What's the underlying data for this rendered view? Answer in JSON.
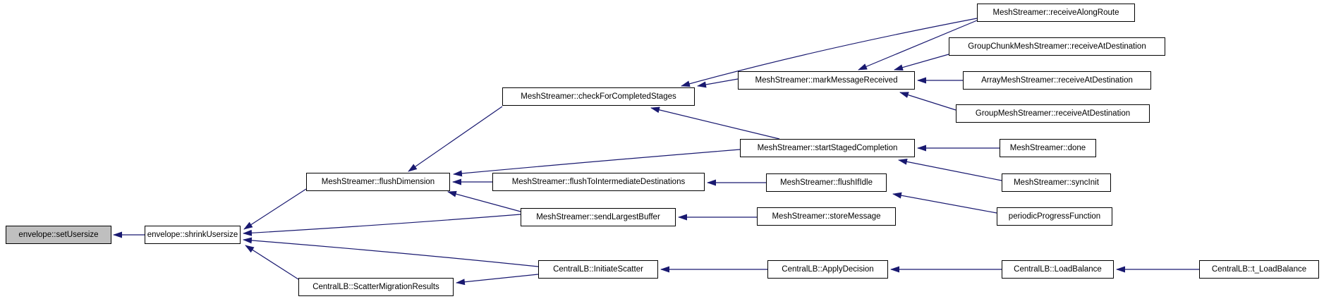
{
  "graph": {
    "title": "Caller graph for envelope::setUsersize",
    "colors": {
      "edge": "#191970",
      "node_fill": "#ffffff",
      "node_border": "#000000",
      "highlight_fill": "#bfbfbf",
      "text": "#000000"
    },
    "nodes": [
      {
        "id": "setUsersize",
        "label": "envelope::setUsersize",
        "highlighted": true
      },
      {
        "id": "shrinkUsersize",
        "label": "envelope::shrinkUsersize",
        "highlighted": false
      },
      {
        "id": "flushDimension",
        "label": "MeshStreamer::flushDimension",
        "highlighted": false
      },
      {
        "id": "checkForCompletedStages",
        "label": "MeshStreamer::checkForCompletedStages",
        "highlighted": false
      },
      {
        "id": "markMessageReceived",
        "label": "MeshStreamer::markMessageReceived",
        "highlighted": false
      },
      {
        "id": "receiveAlongRoute",
        "label": "MeshStreamer::receiveAlongRoute",
        "highlighted": false
      },
      {
        "id": "groupChunkReceiveAtDest",
        "label": "GroupChunkMeshStreamer::receiveAtDestination",
        "highlighted": false
      },
      {
        "id": "arrayReceiveAtDest",
        "label": "ArrayMeshStreamer::receiveAtDestination",
        "highlighted": false
      },
      {
        "id": "groupReceiveAtDest",
        "label": "GroupMeshStreamer::receiveAtDestination",
        "highlighted": false
      },
      {
        "id": "startStagedCompletion",
        "label": "MeshStreamer::startStagedCompletion",
        "highlighted": false
      },
      {
        "id": "done",
        "label": "MeshStreamer::done",
        "highlighted": false
      },
      {
        "id": "syncInit",
        "label": "MeshStreamer::syncInit",
        "highlighted": false
      },
      {
        "id": "flushToIntermediateDest",
        "label": "MeshStreamer::flushToIntermediateDestinations",
        "highlighted": false
      },
      {
        "id": "flushIfIdle",
        "label": "MeshStreamer::flushIfIdle",
        "highlighted": false
      },
      {
        "id": "periodicProgressFunction",
        "label": "periodicProgressFunction",
        "highlighted": false
      },
      {
        "id": "sendLargestBuffer",
        "label": "MeshStreamer::sendLargestBuffer",
        "highlighted": false
      },
      {
        "id": "storeMessage",
        "label": "MeshStreamer::storeMessage",
        "highlighted": false
      },
      {
        "id": "initiateScatter",
        "label": "CentralLB::InitiateScatter",
        "highlighted": false
      },
      {
        "id": "applyDecision",
        "label": "CentralLB::ApplyDecision",
        "highlighted": false
      },
      {
        "id": "loadBalance",
        "label": "CentralLB::LoadBalance",
        "highlighted": false
      },
      {
        "id": "tLoadBalance",
        "label": "CentralLB::t_LoadBalance",
        "highlighted": false
      },
      {
        "id": "scatterMigrationResults",
        "label": "CentralLB::ScatterMigrationResults",
        "highlighted": false
      }
    ],
    "edges": [
      {
        "from": "shrinkUsersize",
        "to": "setUsersize"
      },
      {
        "from": "flushDimension",
        "to": "shrinkUsersize"
      },
      {
        "from": "sendLargestBuffer",
        "to": "shrinkUsersize"
      },
      {
        "from": "initiateScatter",
        "to": "shrinkUsersize"
      },
      {
        "from": "scatterMigrationResults",
        "to": "shrinkUsersize"
      },
      {
        "from": "checkForCompletedStages",
        "to": "flushDimension"
      },
      {
        "from": "startStagedCompletion",
        "to": "flushDimension"
      },
      {
        "from": "flushToIntermediateDest",
        "to": "flushDimension"
      },
      {
        "from": "sendLargestBuffer",
        "to": "flushDimension"
      },
      {
        "from": "markMessageReceived",
        "to": "checkForCompletedStages"
      },
      {
        "from": "receiveAlongRoute",
        "to": "checkForCompletedStages"
      },
      {
        "from": "startStagedCompletion",
        "to": "checkForCompletedStages"
      },
      {
        "from": "receiveAlongRoute",
        "to": "markMessageReceived"
      },
      {
        "from": "groupChunkReceiveAtDest",
        "to": "markMessageReceived"
      },
      {
        "from": "arrayReceiveAtDest",
        "to": "markMessageReceived"
      },
      {
        "from": "groupReceiveAtDest",
        "to": "markMessageReceived"
      },
      {
        "from": "done",
        "to": "startStagedCompletion"
      },
      {
        "from": "syncInit",
        "to": "startStagedCompletion"
      },
      {
        "from": "flushIfIdle",
        "to": "flushToIntermediateDest"
      },
      {
        "from": "periodicProgressFunction",
        "to": "flushIfIdle"
      },
      {
        "from": "storeMessage",
        "to": "sendLargestBuffer"
      },
      {
        "from": "applyDecision",
        "to": "initiateScatter"
      },
      {
        "from": "loadBalance",
        "to": "applyDecision"
      },
      {
        "from": "tLoadBalance",
        "to": "loadBalance"
      },
      {
        "from": "initiateScatter",
        "to": "scatterMigrationResults"
      }
    ]
  }
}
